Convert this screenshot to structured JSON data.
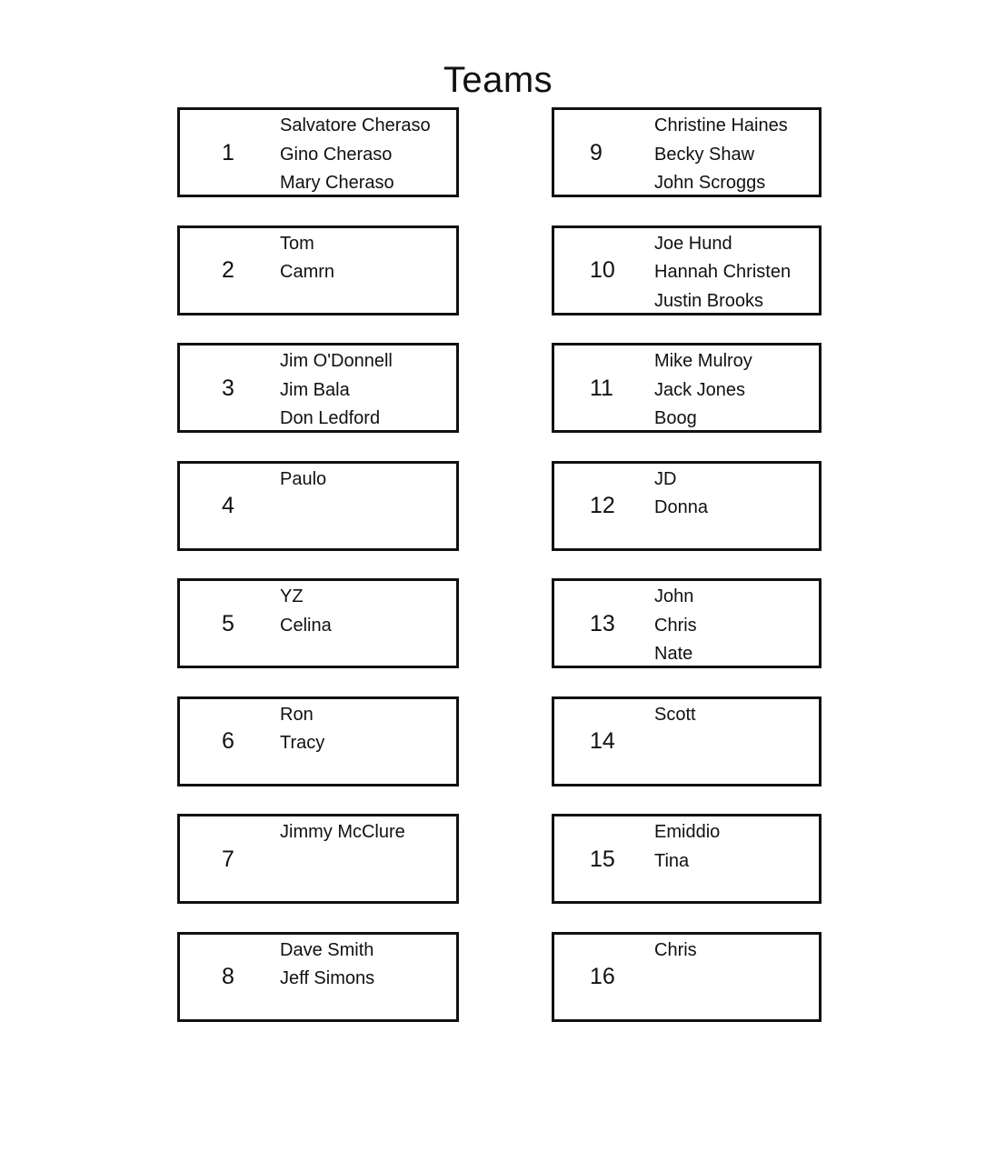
{
  "title": "Teams",
  "teams": [
    {
      "number": "1",
      "members": [
        "Salvatore Cheraso",
        "Gino Cheraso",
        "Mary Cheraso"
      ]
    },
    {
      "number": "2",
      "members": [
        "Tom",
        "Camrn"
      ]
    },
    {
      "number": "3",
      "members": [
        "Jim O'Donnell",
        "Jim Bala",
        "Don Ledford"
      ]
    },
    {
      "number": "4",
      "members": [
        "Paulo"
      ]
    },
    {
      "number": "5",
      "members": [
        "YZ",
        "Celina"
      ]
    },
    {
      "number": "6",
      "members": [
        "Ron",
        "Tracy"
      ]
    },
    {
      "number": "7",
      "members": [
        "Jimmy McClure"
      ]
    },
    {
      "number": "8",
      "members": [
        "Dave Smith",
        "Jeff Simons"
      ]
    },
    {
      "number": "9",
      "members": [
        "Christine Haines",
        "Becky Shaw",
        "John Scroggs"
      ]
    },
    {
      "number": "10",
      "members": [
        "Joe Hund",
        "Hannah Christen",
        "Justin Brooks"
      ]
    },
    {
      "number": "11",
      "members": [
        "Mike Mulroy",
        "Jack Jones",
        "Boog"
      ]
    },
    {
      "number": "12",
      "members": [
        "JD",
        "Donna"
      ]
    },
    {
      "number": "13",
      "members": [
        "John",
        "Chris",
        "Nate"
      ]
    },
    {
      "number": "14",
      "members": [
        "Scott"
      ]
    },
    {
      "number": "15",
      "members": [
        "Emiddio",
        "Tina"
      ]
    },
    {
      "number": "16",
      "members": [
        "Chris"
      ]
    }
  ]
}
